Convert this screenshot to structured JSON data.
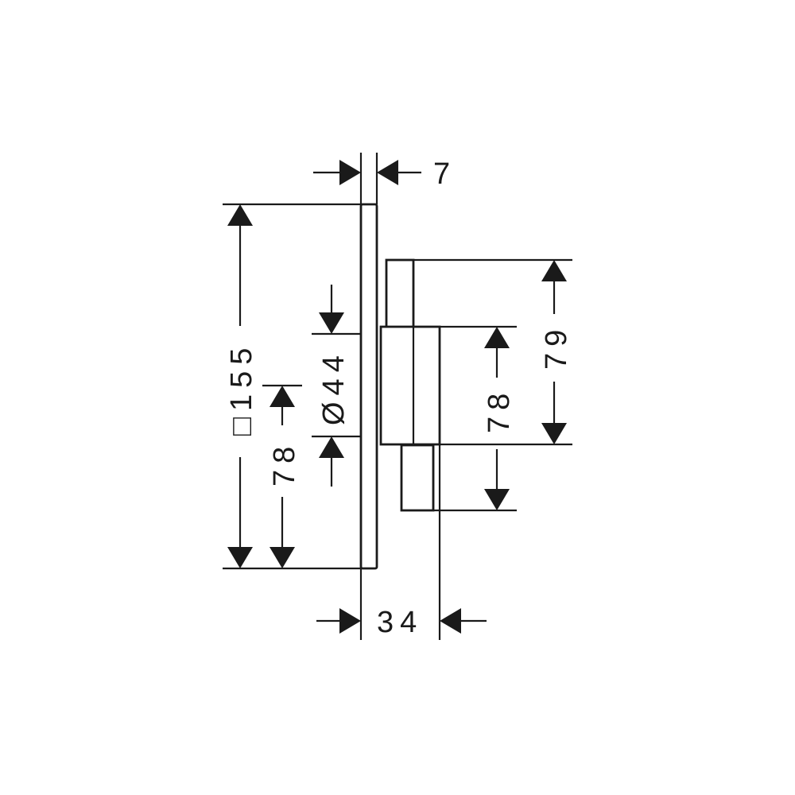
{
  "dimensions": {
    "panel_thickness": "7",
    "panel_size": "□155",
    "center_offset_left": "78",
    "knob_diameter": "Ø44",
    "center_offset_right": "78",
    "right_spacing": "79",
    "total_depth": "34"
  },
  "colors": {
    "line": "#1a1a1a",
    "background": "#ffffff"
  }
}
